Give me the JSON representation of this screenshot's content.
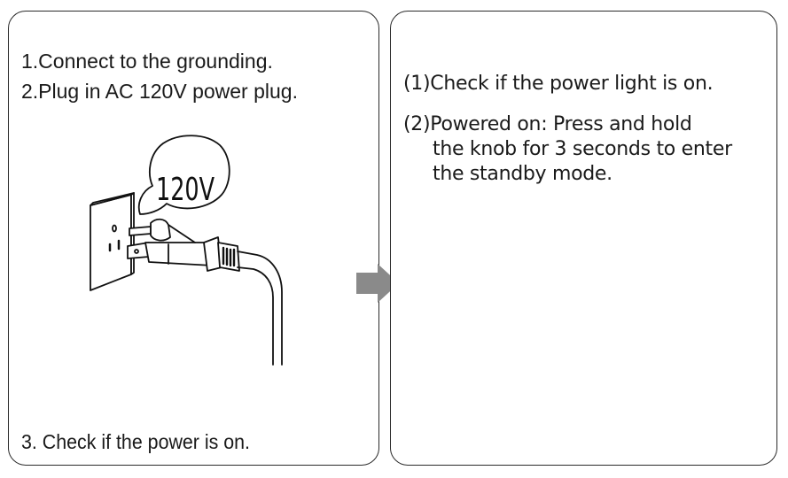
{
  "left_panel": {
    "step1": "1.Connect to the grounding.",
    "step2": "2.Plug in AC 120V power plug.",
    "step3": "3. Check if the power is on.",
    "illustration": {
      "voltage_label": "120V",
      "icons": [
        "wall-outlet-icon",
        "power-plug-icon",
        "power-cord-icon",
        "speech-bubble-icon"
      ]
    }
  },
  "arrow": {
    "icon": "right-arrow-icon",
    "color": "#8a8a8a"
  },
  "right_panel": {
    "step1": "(1)Check if the power light is on.",
    "step2_line1": "(2)Powered on: Press and hold",
    "step2_line2": "the knob for 3 seconds to enter",
    "step2_line3": "the standby mode."
  }
}
